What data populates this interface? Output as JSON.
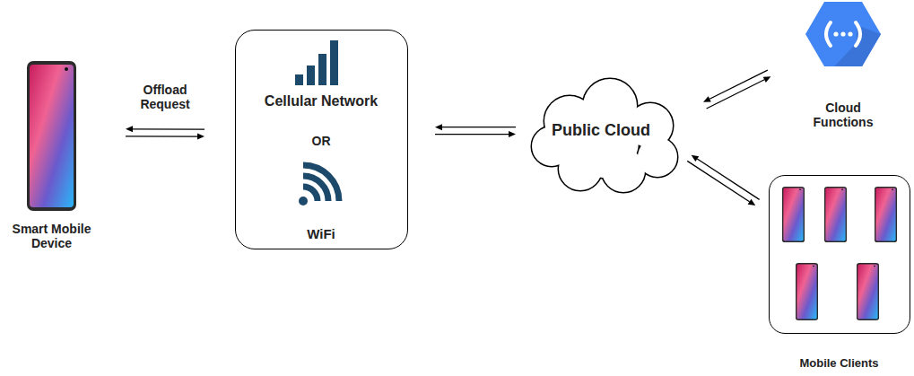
{
  "diagram": {
    "nodes": [
      {
        "text": [
          "Smart Mobile Device"
        ]
      },
      {
        "text": [
          "Cellular Network",
          "OR",
          "WiFi"
        ]
      },
      {
        "text": [
          "Public Cloud"
        ]
      },
      {
        "text": [
          "Cloud Functions"
        ]
      },
      {
        "text": [
          "Mobile Clients"
        ]
      }
    ],
    "edges": [
      {
        "from": 0,
        "to": 1,
        "label": "Offload Request",
        "arrow": "both"
      },
      {
        "from": 1,
        "to": 2,
        "arrow": "both"
      },
      {
        "from": 2,
        "to": 3,
        "arrow": "both"
      },
      {
        "from": 2,
        "to": 4,
        "arrow": "both"
      }
    ]
  }
}
